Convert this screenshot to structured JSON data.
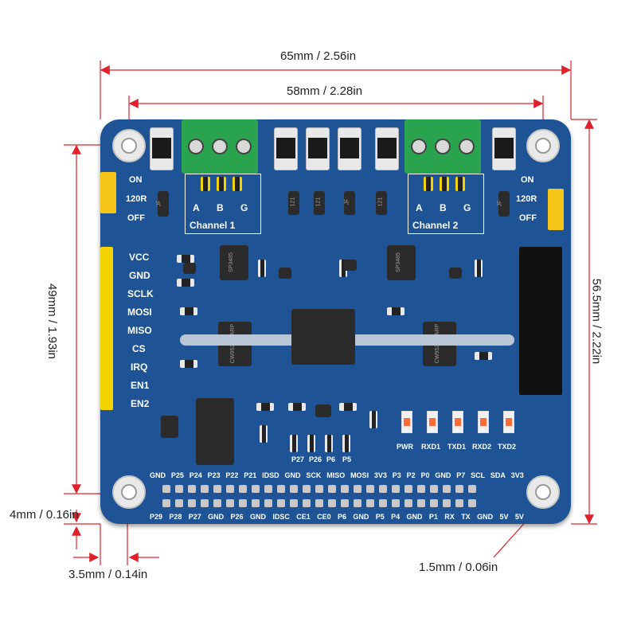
{
  "dimensions": {
    "overall_width": "65mm / 2.56in",
    "hole_spacing_width": "58mm / 2.28in",
    "overall_height": "56.5mm / 2.22in",
    "hole_spacing_height": "49mm / 1.93in",
    "hole_offset_y": "4mm / 0.16in",
    "hole_offset_x": "3.5mm / 0.14in",
    "hole_diameter": "1.5mm / 0.06in"
  },
  "colors": {
    "board": "#1e5496",
    "dimension_line": "#e0202a",
    "terminal": "#2aa34f",
    "header": "#f4d400"
  },
  "board": {
    "left_jumper": [
      "ON",
      "120R",
      "OFF"
    ],
    "right_jumper": [
      "ON",
      "120R",
      "OFF"
    ],
    "channel1": {
      "label": "Channel 1",
      "pins": [
        "A",
        "B",
        "G"
      ]
    },
    "channel2": {
      "label": "Channel 2",
      "pins": [
        "A",
        "B",
        "G"
      ]
    },
    "header_labels": [
      "VCC",
      "GND",
      "SCLK",
      "MOSI",
      "MISO",
      "CS",
      "IRQ",
      "EN1",
      "EN2"
    ],
    "led_labels": [
      "PWR",
      "RXD1",
      "TXD1",
      "RXD2",
      "TXD2"
    ],
    "small_labels": [
      "P27",
      "P26",
      "P6",
      "P5"
    ],
    "gpio_top": [
      "GND",
      "P25",
      "P24",
      "P23",
      "P22",
      "P21",
      "IDSD",
      "GND",
      "SCK",
      "MISO",
      "MOSI",
      "3V3",
      "P3",
      "P2",
      "P0",
      "GND",
      "P7",
      "SCL",
      "SDA",
      "3V3"
    ],
    "gpio_bottom": [
      "P29",
      "P28",
      "P27",
      "GND",
      "P26",
      "GND",
      "IDSC",
      "CE1",
      "CE0",
      "P6",
      "GND",
      "P5",
      "P4",
      "GND",
      "P1",
      "RX",
      "TX",
      "GND",
      "5V",
      "5V"
    ],
    "chip_marks": {
      "opto1": "CW952 SHARP",
      "opto2": "CW952 SHARP",
      "sp1": "SP3485",
      "sp2": "SP3485",
      "jf": "JF",
      "r121": "121"
    }
  }
}
